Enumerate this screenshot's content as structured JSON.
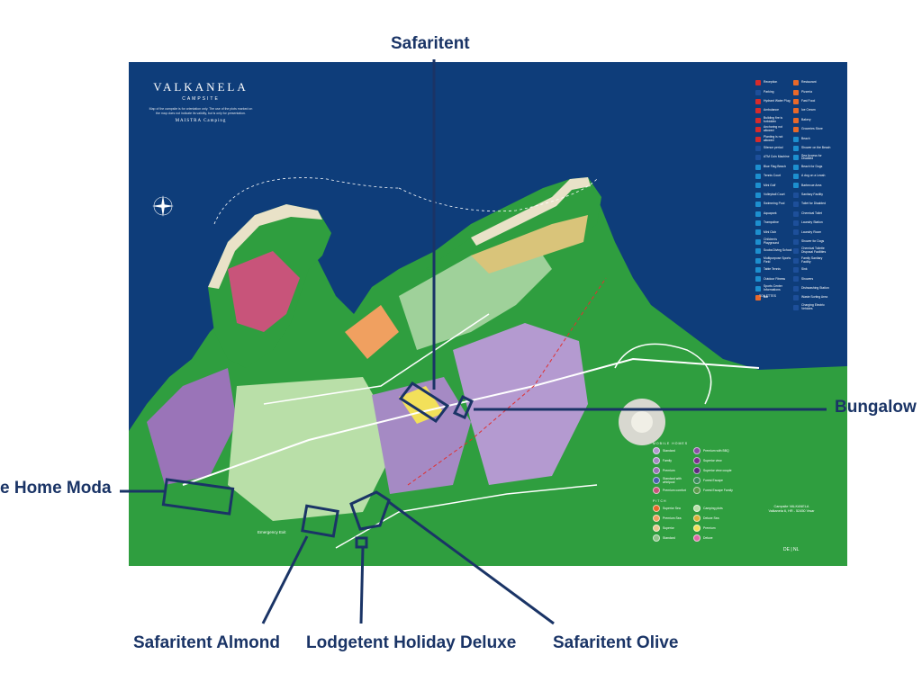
{
  "brand": {
    "name": "VALKANELA",
    "subtitle": "CAMPSITE",
    "description": "Map of the campsite is for orientation only. The use of the plots marked on the map does not indicate its validity, but is only for presentation.",
    "group": "MAISTRA Camping"
  },
  "callouts": {
    "safaritent": "Safaritent",
    "bungalow": "Bungalow",
    "mobile_home_moda": "e Home Moda",
    "safaritent_almond": "Safaritent Almond",
    "lodgetent_holiday_deluxe": "Lodgetent Holiday Deluxe",
    "safaritent_olive": "Safaritent Olive"
  },
  "legend": {
    "left": [
      {
        "label": "Reception",
        "color": "#d62b2b"
      },
      {
        "label": "Parking",
        "color": "#1d4f9a"
      },
      {
        "label": "Hydrant Water Plug",
        "color": "#d62b2b"
      },
      {
        "label": "Ambulance",
        "color": "#d62b2b"
      },
      {
        "label": "Building fire is forbidden",
        "color": "#d62b2b"
      },
      {
        "label": "Anchoring not allowed",
        "color": "#d62b2b"
      },
      {
        "label": "Planting is not allowed",
        "color": "#d62b2b"
      },
      {
        "label": "Silence period",
        "color": "#1d4f9a"
      },
      {
        "label": "ATM Coin Machine",
        "color": "#1d4f9a"
      },
      {
        "label": "Blue Flag Beach",
        "color": "#1d8fcf"
      },
      {
        "label": "Tennis Court",
        "color": "#1d8fcf"
      },
      {
        "label": "Mini Golf",
        "color": "#1d8fcf"
      },
      {
        "label": "Volleyball Court",
        "color": "#1d8fcf"
      },
      {
        "label": "Swimming Pool",
        "color": "#1d8fcf"
      },
      {
        "label": "Aquapark",
        "color": "#1d8fcf"
      },
      {
        "label": "Trampoline",
        "color": "#1d8fcf"
      },
      {
        "label": "Mini Club",
        "color": "#1d8fcf"
      },
      {
        "label": "Children's Playground",
        "color": "#1d8fcf"
      },
      {
        "label": "Scuba Diving School",
        "color": "#1d8fcf"
      },
      {
        "label": "Multipurpose Sports Field",
        "color": "#1d8fcf"
      },
      {
        "label": "Table Tennis",
        "color": "#1d8fcf"
      },
      {
        "label": "Outdoor Fitness",
        "color": "#1d8fcf"
      },
      {
        "label": "Sports Center Informations",
        "color": "#1d8fcf"
      },
      {
        "label": "Bar",
        "color": "#e8692a"
      }
    ],
    "right": [
      {
        "label": "Restaurant",
        "color": "#e8692a"
      },
      {
        "label": "Pizzeria",
        "color": "#e8692a"
      },
      {
        "label": "Fast Food",
        "color": "#e8692a"
      },
      {
        "label": "Ice Cream",
        "color": "#e8692a"
      },
      {
        "label": "Bakery",
        "color": "#e8692a"
      },
      {
        "label": "Groceries Store",
        "color": "#e8692a"
      },
      {
        "label": "Beach",
        "color": "#1d8fcf"
      },
      {
        "label": "Shower on the Beach",
        "color": "#1d8fcf"
      },
      {
        "label": "Sea Access for Disabled",
        "color": "#1d8fcf"
      },
      {
        "label": "Beach for Dogs",
        "color": "#1d8fcf"
      },
      {
        "label": "A dog on a Leash",
        "color": "#1d8fcf"
      },
      {
        "label": "Barbecue Area",
        "color": "#1d8fcf"
      },
      {
        "label": "Sanitary Facility",
        "color": "#1d4f9a"
      },
      {
        "label": "Toilet for Disabled",
        "color": "#1d4f9a"
      },
      {
        "label": "Chemical Toilet",
        "color": "#1d4f9a"
      },
      {
        "label": "Laundry Station",
        "color": "#1d4f9a"
      },
      {
        "label": "Laundry Room",
        "color": "#1d4f9a"
      },
      {
        "label": "Shower for Dogs",
        "color": "#1d4f9a"
      },
      {
        "label": "Chemical Toilette Disposal Facilities",
        "color": "#1d4f9a"
      },
      {
        "label": "Family Sanitary Facility",
        "color": "#1d4f9a"
      },
      {
        "label": "Sink",
        "color": "#1d4f9a"
      },
      {
        "label": "Showers",
        "color": "#1d4f9a"
      },
      {
        "label": "Dishwashing Station",
        "color": "#1d4f9a"
      },
      {
        "label": "Waste Sorting Area",
        "color": "#1d4f9a"
      },
      {
        "label": "Charging Electric Vehicles",
        "color": "#1d4f9a"
      }
    ],
    "toilets_label": "TOILETTES"
  },
  "key": {
    "mobile_homes_title": "MOBILE HOMES",
    "mobile_homes": [
      {
        "label": "Standard",
        "color": "#b49ad0"
      },
      {
        "label": "Premium with BBQ",
        "color": "#8a4fa6"
      },
      {
        "label": "Family",
        "color": "#a58ac4"
      },
      {
        "label": "Superior view",
        "color": "#7a2f8f"
      },
      {
        "label": "Premium",
        "color": "#9a74b8"
      },
      {
        "label": "Superior view couple",
        "color": "#5e2a80"
      },
      {
        "label": "Standard with whirlpool",
        "color": "#4a5fb0"
      },
      {
        "label": "Forest Escape",
        "color": "#3a8a5a"
      },
      {
        "label": "Premium comfort",
        "color": "#c8547a"
      },
      {
        "label": "Forest Escape Family",
        "color": "#5a9a4a"
      }
    ],
    "pitch_title": "PITCH",
    "pitches": [
      {
        "label": "Superior Sea",
        "color": "#e8692a"
      },
      {
        "label": "Camping plots",
        "color": "#b9dfa8"
      },
      {
        "label": "Premium Sea",
        "color": "#f0a060"
      },
      {
        "label": "Deluxe Sea",
        "color": "#d9b23a"
      },
      {
        "label": "Superior",
        "color": "#e8c890"
      },
      {
        "label": "Premium",
        "color": "#f2e05a"
      },
      {
        "label": "Standard",
        "color": "#8fc48a"
      },
      {
        "label": "Deluxe",
        "color": "#e06aa8"
      }
    ]
  },
  "address": {
    "title": "Campsite VALKANELA",
    "line": "Valkanela 6, HR - 52450 Vrsar"
  },
  "map_labels": {
    "emergency_exit": "Emergency Exit",
    "lang": "DE | NL"
  },
  "colors": {
    "sea": "#0e3d7a",
    "land": "#2f9e3f",
    "callout": "#1a3466"
  }
}
